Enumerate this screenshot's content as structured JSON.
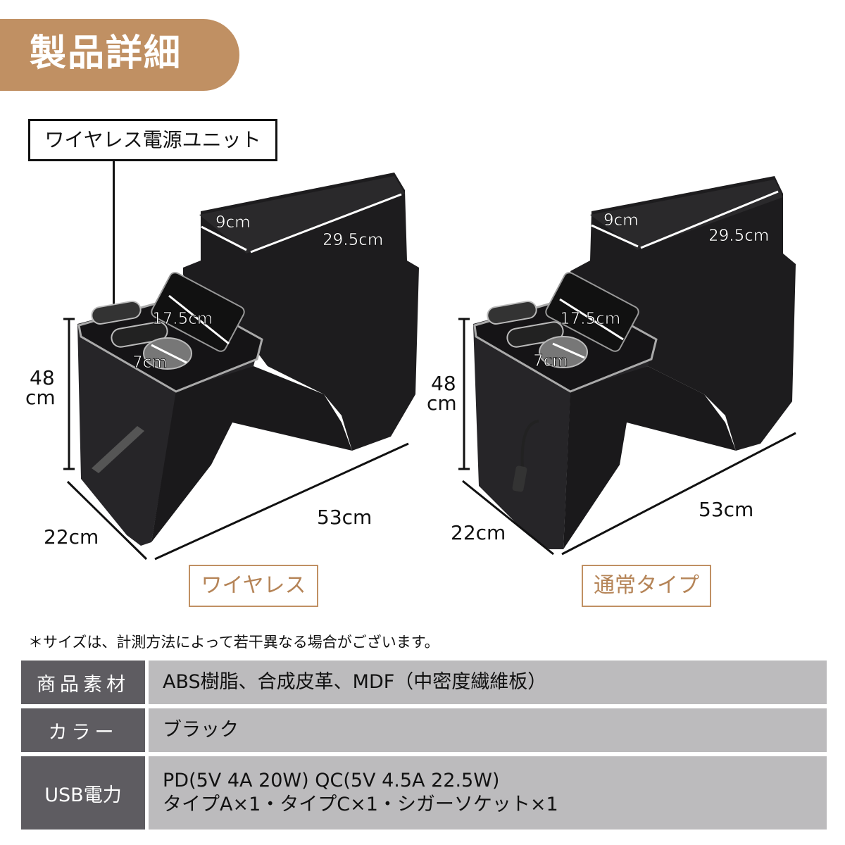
{
  "header": {
    "title": "製品詳細",
    "accent_color": "#c09063"
  },
  "callout": {
    "label": "ワイヤレス電源ユニット"
  },
  "products": [
    {
      "type_label": "ワイヤレス",
      "dimensions": {
        "armrest_depth": "9cm",
        "armrest_length": "29.5cm",
        "tray_length": "17.5cm",
        "cup_holder": "7cm",
        "height_value": "48",
        "height_unit": "cm",
        "depth": "22cm",
        "length": "53cm"
      }
    },
    {
      "type_label": "通常タイプ",
      "dimensions": {
        "armrest_depth": "9cm",
        "armrest_length": "29.5cm",
        "tray_length": "17.5cm",
        "cup_holder": "7cm",
        "height_value": "48",
        "height_unit": "cm",
        "depth": "22cm",
        "length": "53cm"
      }
    }
  ],
  "note": "＊サイズは、計測方法によって若干異なる場合がございます。",
  "specs": [
    {
      "key": "商品素材",
      "lines": [
        "ABS樹脂、合成皮革、MDF（中密度繊維板）"
      ]
    },
    {
      "key": "カラー",
      "lines": [
        "ブラック"
      ]
    },
    {
      "key": "USB電力",
      "lines": [
        "PD(5V 4A 20W) QC(5V 4.5A 22.5W)",
        "タイプA×1・タイプC×1・シガーソケット×1"
      ]
    }
  ]
}
